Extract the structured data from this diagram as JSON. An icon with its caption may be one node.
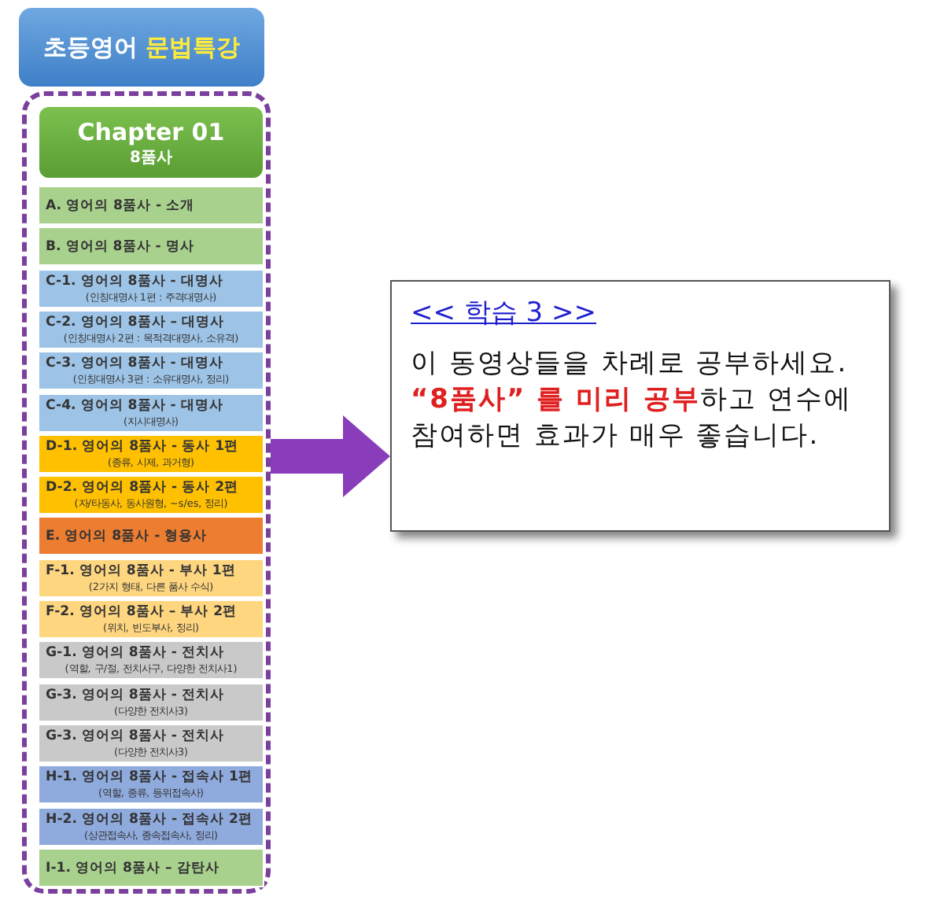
{
  "diagram": {
    "nodes": [
      {
        "text": [
          "초등영어 **문법특강**"
        ]
      },
      {
        "text": [],
        "shape": "box"
      },
      {
        "text": [
          "Chapter 01",
          "8품사"
        ],
        "in": 1
      },
      {
        "text": [
          "A. 영어의 8품사 - 소개"
        ],
        "in": 1
      },
      {
        "text": [
          "B. 영어의 8품사 - 명사"
        ],
        "in": 1
      },
      {
        "text": [
          "C-1. 영어의 8품사 - 대명사",
          "(인칭대명사 1편 : 주격대명사)"
        ],
        "in": 1
      },
      {
        "text": [
          "C-2. 영어의 8품사 – 대명사",
          "(인칭대명사 2편 : 목적격대명사, 소유격)"
        ],
        "in": 1
      },
      {
        "text": [
          "C-3. 영어의 8품사 - 대명사",
          "(인칭대명사 3편 : 소유대명사, 정리)"
        ],
        "in": 1
      },
      {
        "text": [
          "C-4. 영어의 8품사 - 대명사",
          "(지시대명사)"
        ],
        "in": 1
      },
      {
        "text": [
          "D-1. 영어의 8품사 - 동사 1편",
          "(종류, 시제, 과거형)"
        ],
        "in": 1
      },
      {
        "text": [
          "D-2. 영어의 8품사 - 동사 2편",
          "(자/타동사, 동사원형, ~s/es, 정리)"
        ],
        "in": 1
      },
      {
        "text": [
          "E. 영어의 8품사 - 형용사"
        ],
        "in": 1
      },
      {
        "text": [
          "F-1. 영어의 8품사 - 부사 1편",
          "(2가지 형태, 다른 품사 수식)"
        ],
        "in": 1
      },
      {
        "text": [
          "F-2. 영어의 8품사 – 부사 2편",
          "(위치, 빈도부사, 정리)"
        ],
        "in": 1
      },
      {
        "text": [
          "G-1. 영어의 8품사 - 전치사",
          "(역할, 구/절, 전치사구, 다양한 전치사1)"
        ],
        "in": 1
      },
      {
        "text": [
          "G-3. 영어의 8품사 - 전치사",
          "(다양한 전치사3)"
        ],
        "in": 1
      },
      {
        "text": [
          "G-3. 영어의 8품사 - 전치사",
          "(다양한 전치사3)"
        ],
        "in": 1
      },
      {
        "text": [
          "H-1. 영어의 8품사 - 접속사 1편",
          "(역할, 종류, 등위접속사)"
        ],
        "in": 1
      },
      {
        "text": [
          "H-2. 영어의 8품사 - 접속사 2편",
          "(상관접속사, 종속접속사, 정리)"
        ],
        "in": 1
      },
      {
        "text": [
          "I-1. 영어의 8품사 – 감탄사"
        ],
        "in": 1
      },
      {
        "text": [
          "<< 학습 3 >>",
          "이 동영상들을 차례로 공부하세요. **“8품사” 를 미리 공부**하고 연수에 참여하면 효과가 매우 좋습니다."
        ]
      }
    ],
    "edges": [
      {
        "from": 1,
        "to": 20,
        "arrow": "to"
      }
    ]
  }
}
